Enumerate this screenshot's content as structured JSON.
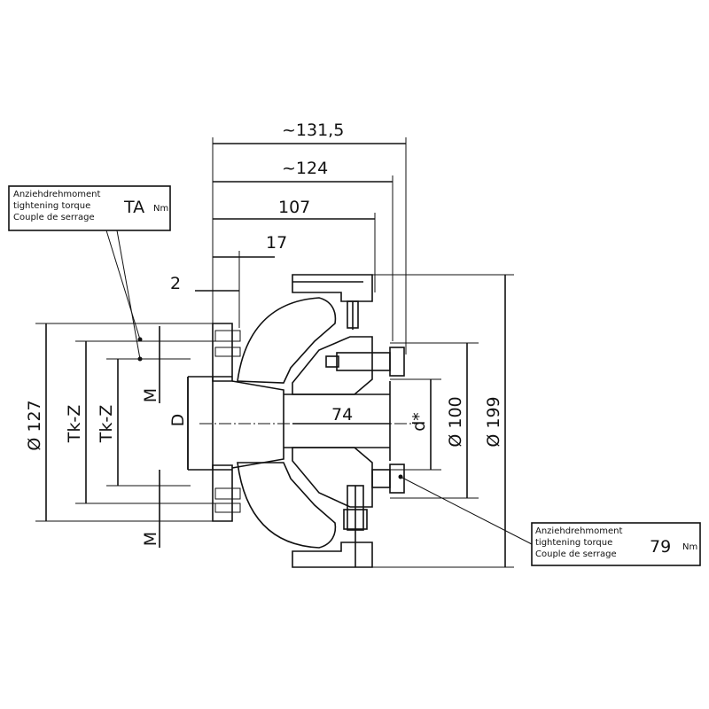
{
  "dimensions": {
    "overall_length": "~131,5",
    "flange_length": "~124",
    "body_length": "107",
    "hub_offset": "17",
    "gap": "2",
    "bore_length": "74",
    "dia_bolt_circle_left": "Ø 127",
    "dia_outer": "Ø 199",
    "dia_pilot": "Ø 100",
    "pcd_outer": "Tk-Z",
    "pcd_inner": "Tk-Z",
    "bore_d": "D",
    "bore_d_star": "d*",
    "thread_upper": "M",
    "thread_lower": "M"
  },
  "torque_left": {
    "line1": "Anziehdrehmoment",
    "line2": "tightening torque",
    "line3": "Couple de serrage",
    "value": "TA",
    "unit": "Nm"
  },
  "torque_right": {
    "line1": "Anziehdrehmoment",
    "line2": "tightening torque",
    "line3": "Couple de serrage",
    "value": "79",
    "unit": "Nm"
  }
}
